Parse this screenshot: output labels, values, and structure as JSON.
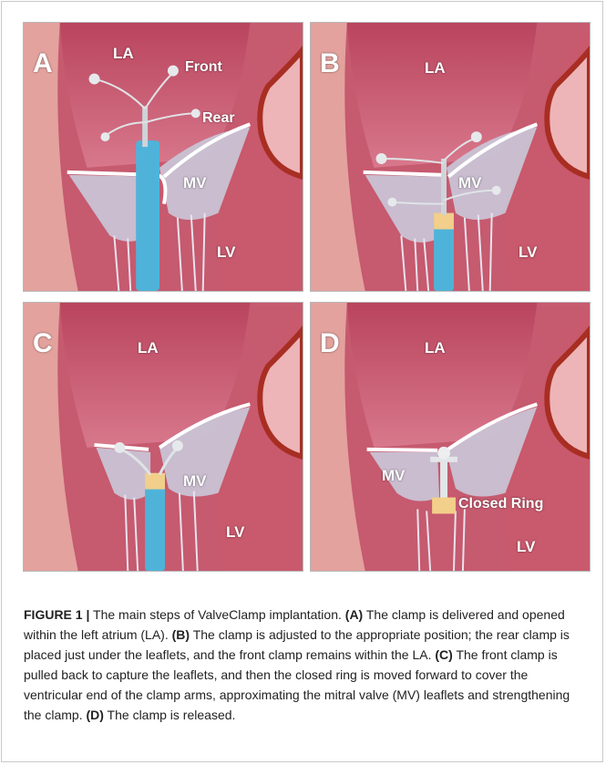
{
  "panels": {
    "a": {
      "letter": "A",
      "la": "LA",
      "mv": "MV",
      "lv": "LV",
      "front": "Front",
      "rear": "Rear"
    },
    "b": {
      "letter": "B",
      "la": "LA",
      "mv": "MV",
      "lv": "LV"
    },
    "c": {
      "letter": "C",
      "la": "LA",
      "mv": "MV",
      "lv": "LV"
    },
    "d": {
      "letter": "D",
      "la": "LA",
      "mv": "MV",
      "lv": "LV",
      "closed_ring": "Closed Ring"
    }
  },
  "caption": {
    "figure_label": "FIGURE 1 |",
    "intro": " The main steps of ValveClamp implantation. ",
    "ref_a": "(A)",
    "text_a": " The clamp is delivered and opened within the left atrium (LA). ",
    "ref_b": "(B)",
    "text_b": " The clamp is adjusted to the appropriate position; the rear clamp is placed just under the leaflets, and the front clamp remains within the LA. ",
    "ref_c": "(C)",
    "text_c": " The front clamp is pulled back to capture the leaflets, and then the closed ring is moved forward to cover the ventricular end of the clamp arms, approximating the mitral valve (MV) leaflets and strengthening the clamp. ",
    "ref_d": "(D)",
    "text_d": " The clamp is released."
  },
  "colors": {
    "tissue": "#c0546a",
    "tissue_light": "#d97d8f",
    "wall": "#e8a09a",
    "outer_wall": "#b8342a",
    "valve": "#c9c3d4",
    "catheter": "#4fb3d9",
    "ring": "#f2cf8a"
  }
}
